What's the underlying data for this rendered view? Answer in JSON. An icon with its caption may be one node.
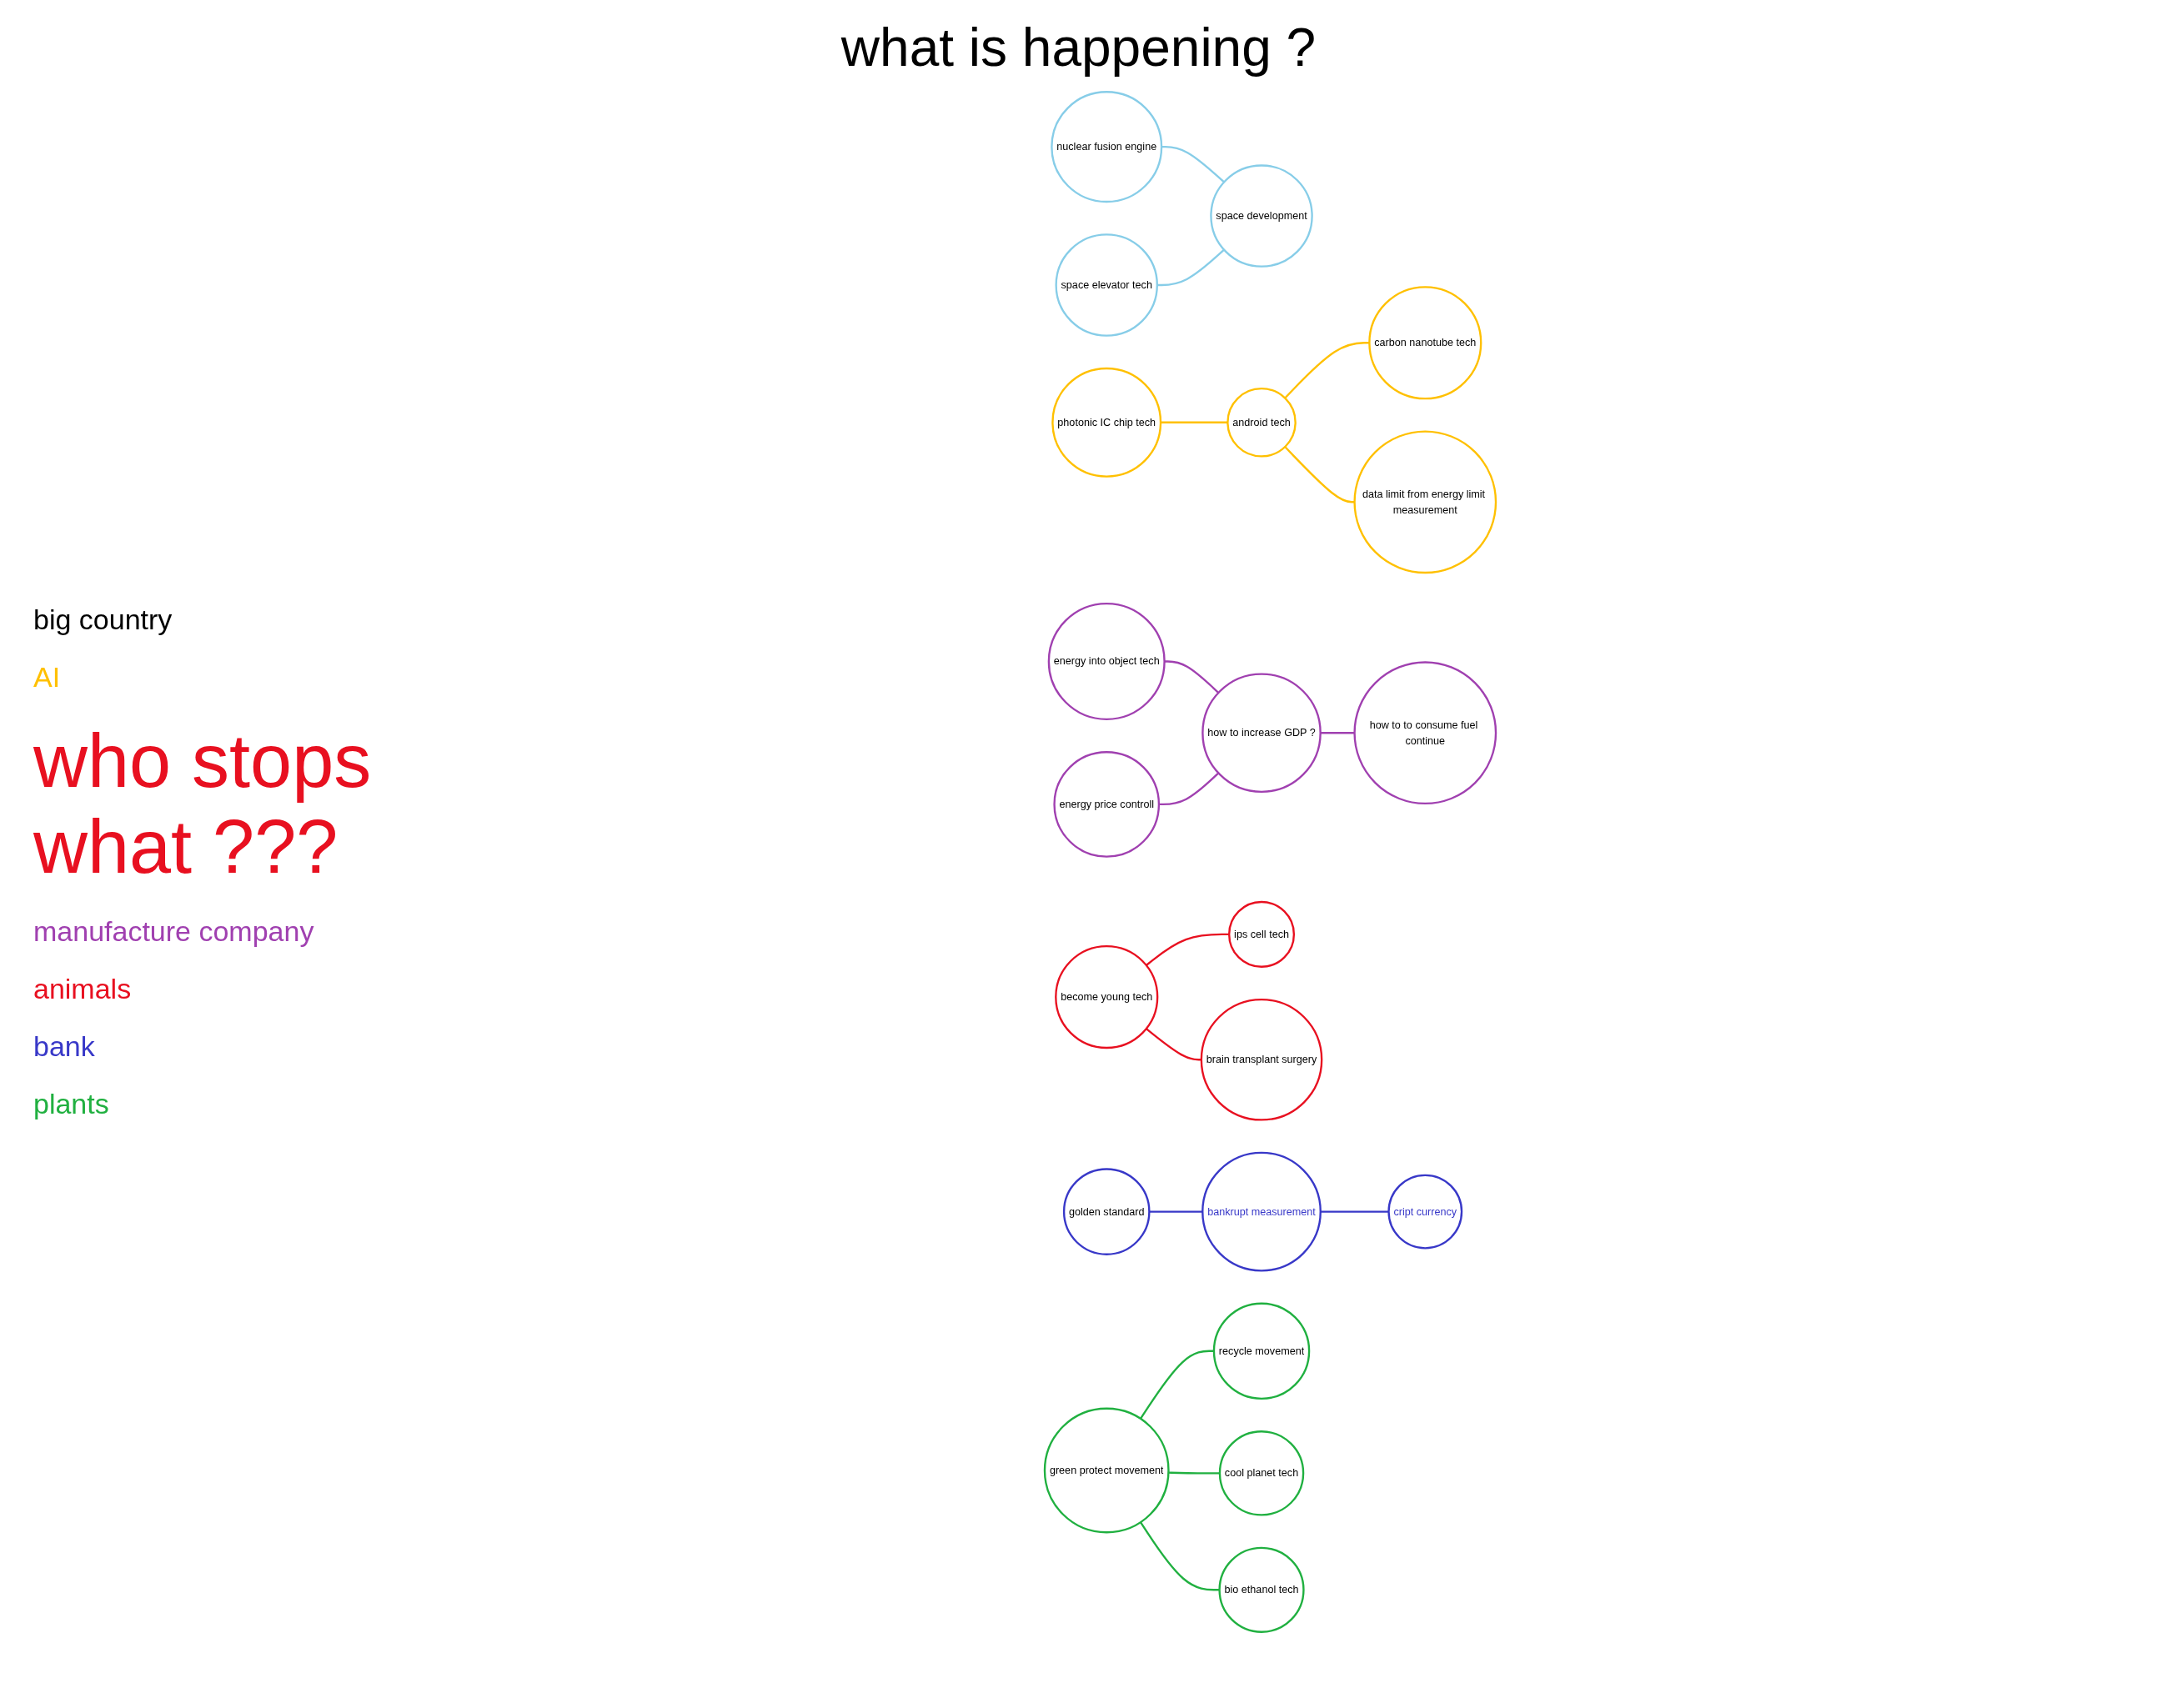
{
  "diagram": {
    "title": "what is happening ?",
    "nodes": [
      {
        "text": [
          "nuclear fusion engine"
        ]
      },
      {
        "text": [
          "space elevator tech"
        ]
      },
      {
        "text": [
          "space development"
        ]
      },
      {
        "text": [
          "photonic IC chip tech"
        ]
      },
      {
        "text": [
          "android tech"
        ]
      },
      {
        "text": [
          "carbon nanotube tech"
        ]
      },
      {
        "text": [
          "data limit from energy limit measurement"
        ]
      },
      {
        "text": [
          "energy into object tech"
        ]
      },
      {
        "text": [
          "how to increase GDP ?"
        ]
      },
      {
        "text": [
          "energy price controll"
        ]
      },
      {
        "text": [
          "how to to consume fuel continue"
        ]
      },
      {
        "text": [
          "ips cell tech"
        ]
      },
      {
        "text": [
          "become young tech"
        ]
      },
      {
        "text": [
          "brain transplant surgery"
        ]
      },
      {
        "text": [
          "bankrupt measurement"
        ]
      },
      {
        "text": [
          "golden standard"
        ]
      },
      {
        "text": [
          "cript currency"
        ]
      },
      {
        "text": [
          "green protect movement"
        ]
      },
      {
        "text": [
          "recycle movement"
        ]
      },
      {
        "text": [
          "cool planet tech"
        ]
      },
      {
        "text": [
          "bio ethanol tech"
        ]
      }
    ],
    "edges": [
      {
        "from": 0,
        "to": 2,
        "arrow": "none",
        "color": "#87cde8"
      },
      {
        "from": 1,
        "to": 2,
        "arrow": "none",
        "color": "#87cde8"
      },
      {
        "from": 3,
        "to": 4,
        "arrow": "none",
        "color": "#ffc000"
      },
      {
        "from": 4,
        "to": 5,
        "arrow": "none",
        "color": "#ffc000"
      },
      {
        "from": 4,
        "to": 6,
        "arrow": "none",
        "color": "#ffc000"
      },
      {
        "from": 7,
        "to": 8,
        "arrow": "none",
        "color": "#a040b0"
      },
      {
        "from": 9,
        "to": 8,
        "arrow": "none",
        "color": "#a040b0"
      },
      {
        "from": 8,
        "to": 10,
        "arrow": "none",
        "color": "#a040b0"
      },
      {
        "from": 12,
        "to": 11,
        "arrow": "none",
        "color": "#e81020"
      },
      {
        "from": 12,
        "to": 13,
        "arrow": "none",
        "color": "#e81020"
      },
      {
        "from": 15,
        "to": 14,
        "arrow": "none",
        "color": "#3838c8"
      },
      {
        "from": 14,
        "to": 16,
        "arrow": "none",
        "color": "#3838c8"
      },
      {
        "from": 17,
        "to": 18,
        "arrow": "none",
        "color": "#20b040"
      },
      {
        "from": 17,
        "to": 19,
        "arrow": "none",
        "color": "#20b040"
      },
      {
        "from": 17,
        "to": 20,
        "arrow": "none",
        "color": "#20b040"
      }
    ],
    "labels": [
      "big country",
      "AI",
      "who stops what ???",
      "manufacture company",
      "animals",
      "bank",
      "plants"
    ]
  }
}
